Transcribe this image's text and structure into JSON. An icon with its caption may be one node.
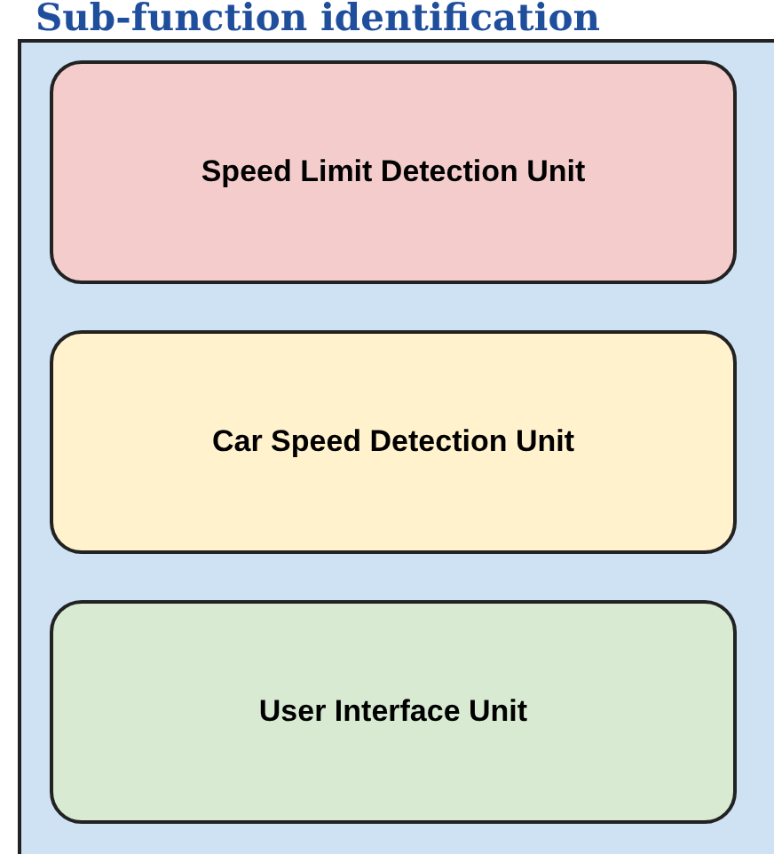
{
  "diagram": {
    "title": "Sub-function identification",
    "nodes": [
      {
        "text": [],
        "shape": "box"
      },
      {
        "text": [
          "Speed Limit Detection Unit"
        ],
        "in": 0
      },
      {
        "text": [
          "Car Speed Detection Unit"
        ],
        "in": 0
      },
      {
        "text": [
          "User Interface Unit"
        ],
        "in": 0
      }
    ]
  }
}
